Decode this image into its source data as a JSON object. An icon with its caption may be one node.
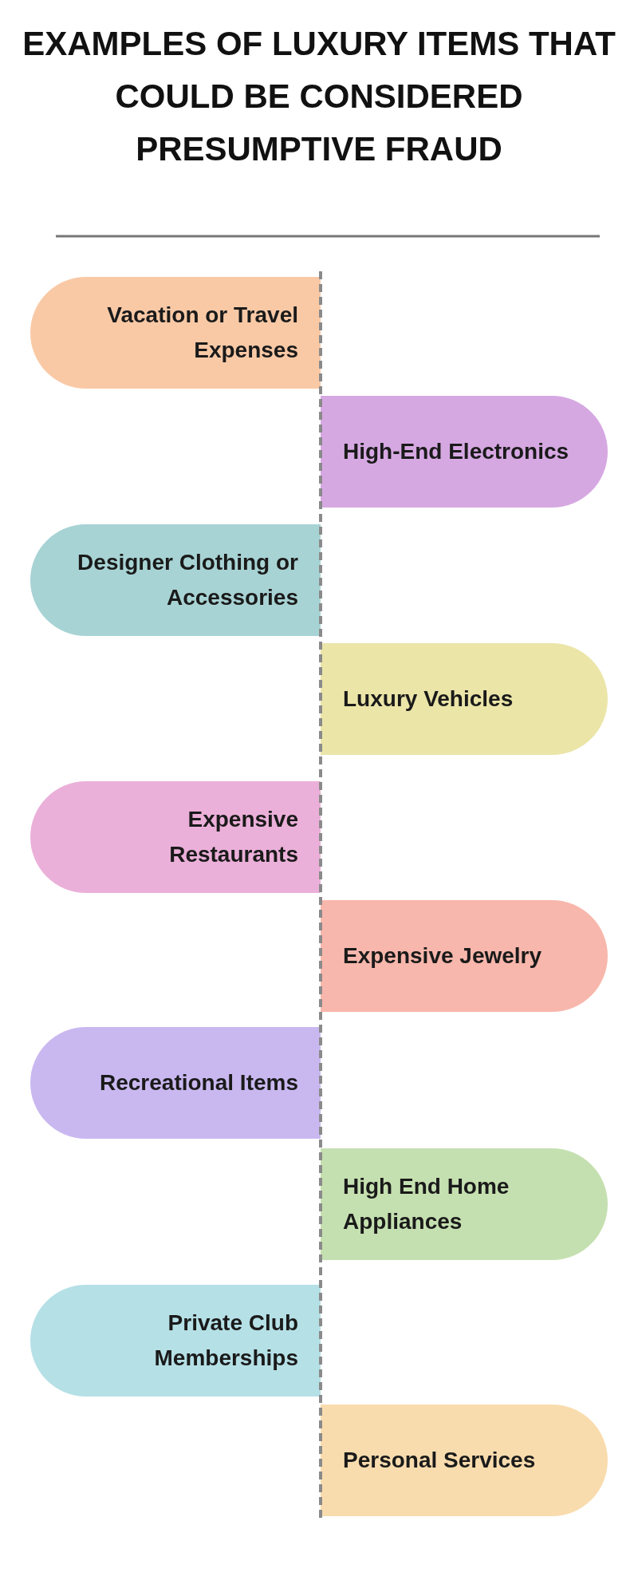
{
  "diagram": {
    "title": "EXAMPLES OF LUXURY ITEMS THAT COULD BE CONSIDERED PRESUMPTIVE FRAUD",
    "nodes": [
      {
        "text": [
          "Vacation or Travel Expenses"
        ]
      },
      {
        "text": [
          "High-End Electronics"
        ]
      },
      {
        "text": [
          "Designer Clothing or Accessories"
        ]
      },
      {
        "text": [
          "Luxury Vehicles"
        ]
      },
      {
        "text": [
          "Expensive Restaurants"
        ]
      },
      {
        "text": [
          "Expensive Jewelry"
        ]
      },
      {
        "text": [
          "Recreational Items"
        ]
      },
      {
        "text": [
          "High End Home Appliances"
        ]
      },
      {
        "text": [
          "Private Club Memberships"
        ]
      },
      {
        "text": [
          "Personal Services"
        ]
      }
    ]
  }
}
